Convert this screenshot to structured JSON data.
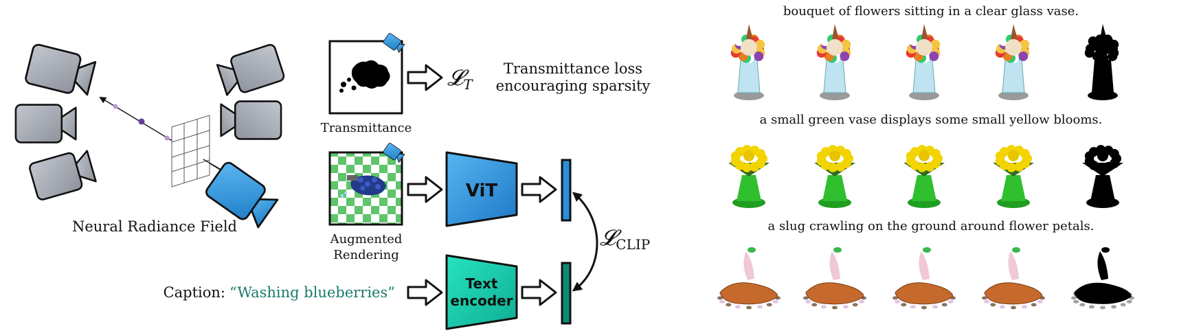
{
  "labels": {
    "nerf": "Neural Radiance Field",
    "transmittance": "Transmittance",
    "transmittance_loss_line1": "Transmittance loss",
    "transmittance_loss_line2": "encouraging sparsity",
    "augmented_line1": "Augmented",
    "augmented_line2": "Rendering",
    "caption_prefix": "Caption:",
    "caption_text": "“Washing blueberries”",
    "vit": "ViT",
    "text_encoder_line1": "Text",
    "text_encoder_line2": "encoder",
    "loss_t_symbol": "𝓛",
    "loss_t_sub": "T",
    "loss_clip_symbol": "𝓛",
    "loss_clip_sub": "CLIP"
  },
  "gallery": [
    {
      "caption": "bouquet of flowers sitting in a clear glass vase.",
      "kind": "bouquet"
    },
    {
      "caption": "a small green vase displays some small yellow blooms.",
      "kind": "yellow"
    },
    {
      "caption": "a slug crawling on the ground around flower petals.",
      "kind": "slug"
    }
  ],
  "colors": {
    "camera_gray": "#a9adb7",
    "camera_blue": "#3a9be0",
    "vit_blue": "#3a9be0",
    "text_teal": "#1fd1b0",
    "teal_bar": "#0f8a73",
    "caption_teal": "#1a7a6c",
    "ray_purple": "#6a3d9a"
  }
}
